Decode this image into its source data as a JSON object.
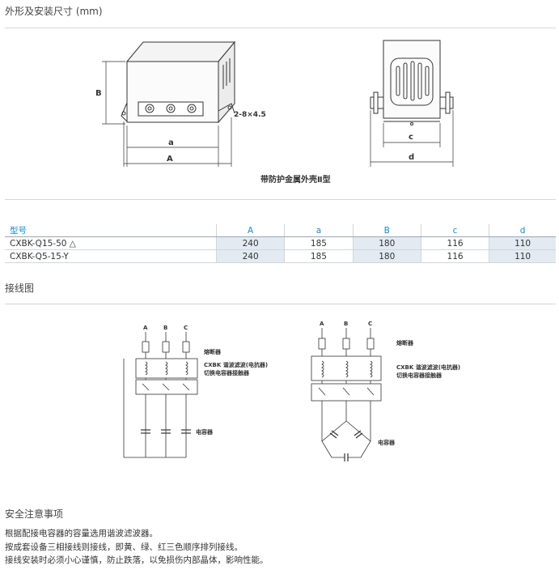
{
  "section1": {
    "title": "外形及安装尺寸 (mm)"
  },
  "drawing": {
    "dim_B": "B",
    "dim_a": "a",
    "dim_A": "A",
    "hole_note": "2-8×4.5",
    "dim_c": "c",
    "dim_d": "d",
    "caption": "带防护金属外壳Ⅱ型"
  },
  "table": {
    "headers": [
      "型号",
      "A",
      "a",
      "B",
      "c",
      "d"
    ],
    "rows": [
      [
        "CXBK-Q15-50 △",
        "240",
        "185",
        "180",
        "116",
        "110"
      ],
      [
        "CXBK-Q5-15-Y",
        "240",
        "185",
        "180",
        "116",
        "110"
      ]
    ]
  },
  "section2": {
    "title": "接线图"
  },
  "wiring": {
    "left": {
      "phase_a": "A",
      "phase_b": "B",
      "phase_c": "C",
      "fuse_label": "熔断器",
      "reactor_label": "CXBK 谐波滤波(电抗器)",
      "contactor_label": "切换电容器接触器",
      "capacitor_label": "电容器"
    },
    "right": {
      "phase_a": "A",
      "phase_b": "B",
      "phase_c": "C",
      "fuse_label": "熔断器",
      "reactor_label": "CXBK 谐波滤波(电抗器)",
      "contactor_label": "切换电容器接触器",
      "capacitor_label": "电容器"
    }
  },
  "section3": {
    "title": "安全注意事项",
    "notes": [
      "根据配接电容器的容量选用谐波滤波器。",
      "按成套设备三相接线则接线，即黄、绿、红三色顺序排列接线。",
      "接线安装时必须小心谨慎，防止跌落，以免损伤内部晶体，影响性能。"
    ]
  }
}
